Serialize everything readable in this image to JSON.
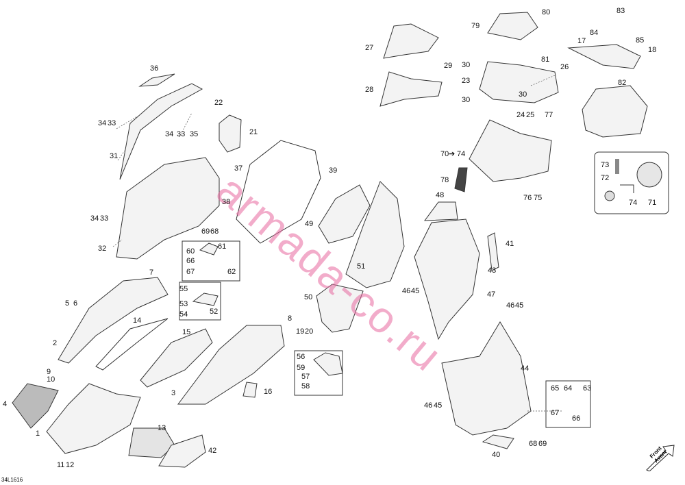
{
  "diagram_code": "34L1616",
  "watermark": "armada-co.ru",
  "front_label": [
    "Front",
    "Avant"
  ],
  "callouts": [
    "1",
    "2",
    "3",
    "4",
    "5",
    "6",
    "7",
    "8",
    "9",
    "10",
    "11",
    "12",
    "13",
    "14",
    "15",
    "16",
    "17",
    "18",
    "19",
    "20",
    "21",
    "22",
    "23",
    "24",
    "25",
    "26",
    "27",
    "28",
    "29",
    "30",
    "31",
    "32",
    "33",
    "34",
    "35",
    "36",
    "37",
    "38",
    "39",
    "40",
    "41",
    "42",
    "43",
    "44",
    "45",
    "46",
    "47",
    "48",
    "49",
    "50",
    "51",
    "52",
    "53",
    "54",
    "55",
    "56",
    "57",
    "58",
    "59",
    "60",
    "61",
    "62",
    "63",
    "64",
    "65",
    "66",
    "67",
    "68",
    "69",
    "70",
    "71",
    "72",
    "73",
    "74",
    "75",
    "76",
    "77",
    "78",
    "79",
    "80",
    "81",
    "82",
    "83",
    "84",
    "85"
  ]
}
